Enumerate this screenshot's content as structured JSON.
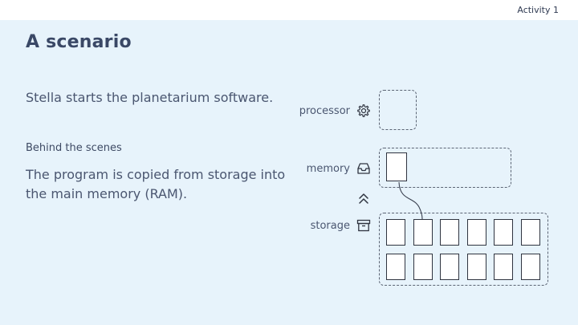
{
  "header": {
    "activity_label": "Activity 1"
  },
  "slide": {
    "title": "A scenario",
    "intro": "Stella starts the planetarium software.",
    "subheading": "Behind the scenes",
    "description": "The program is copied from storage into the main memory (RAM)."
  },
  "diagram": {
    "processor_label": "processor",
    "memory_label": "memory",
    "storage_label": "storage",
    "icons": {
      "processor": "gear-icon",
      "memory": "inbox-tray-icon",
      "storage": "archive-box-icon",
      "transfer": "double-chevron-up-icon"
    },
    "storage_rows": 2,
    "storage_cols": 6,
    "colors": {
      "panel": "#e7f3fb",
      "border": "#5b6474",
      "text": "#4a5670",
      "title": "#3a4866"
    }
  }
}
